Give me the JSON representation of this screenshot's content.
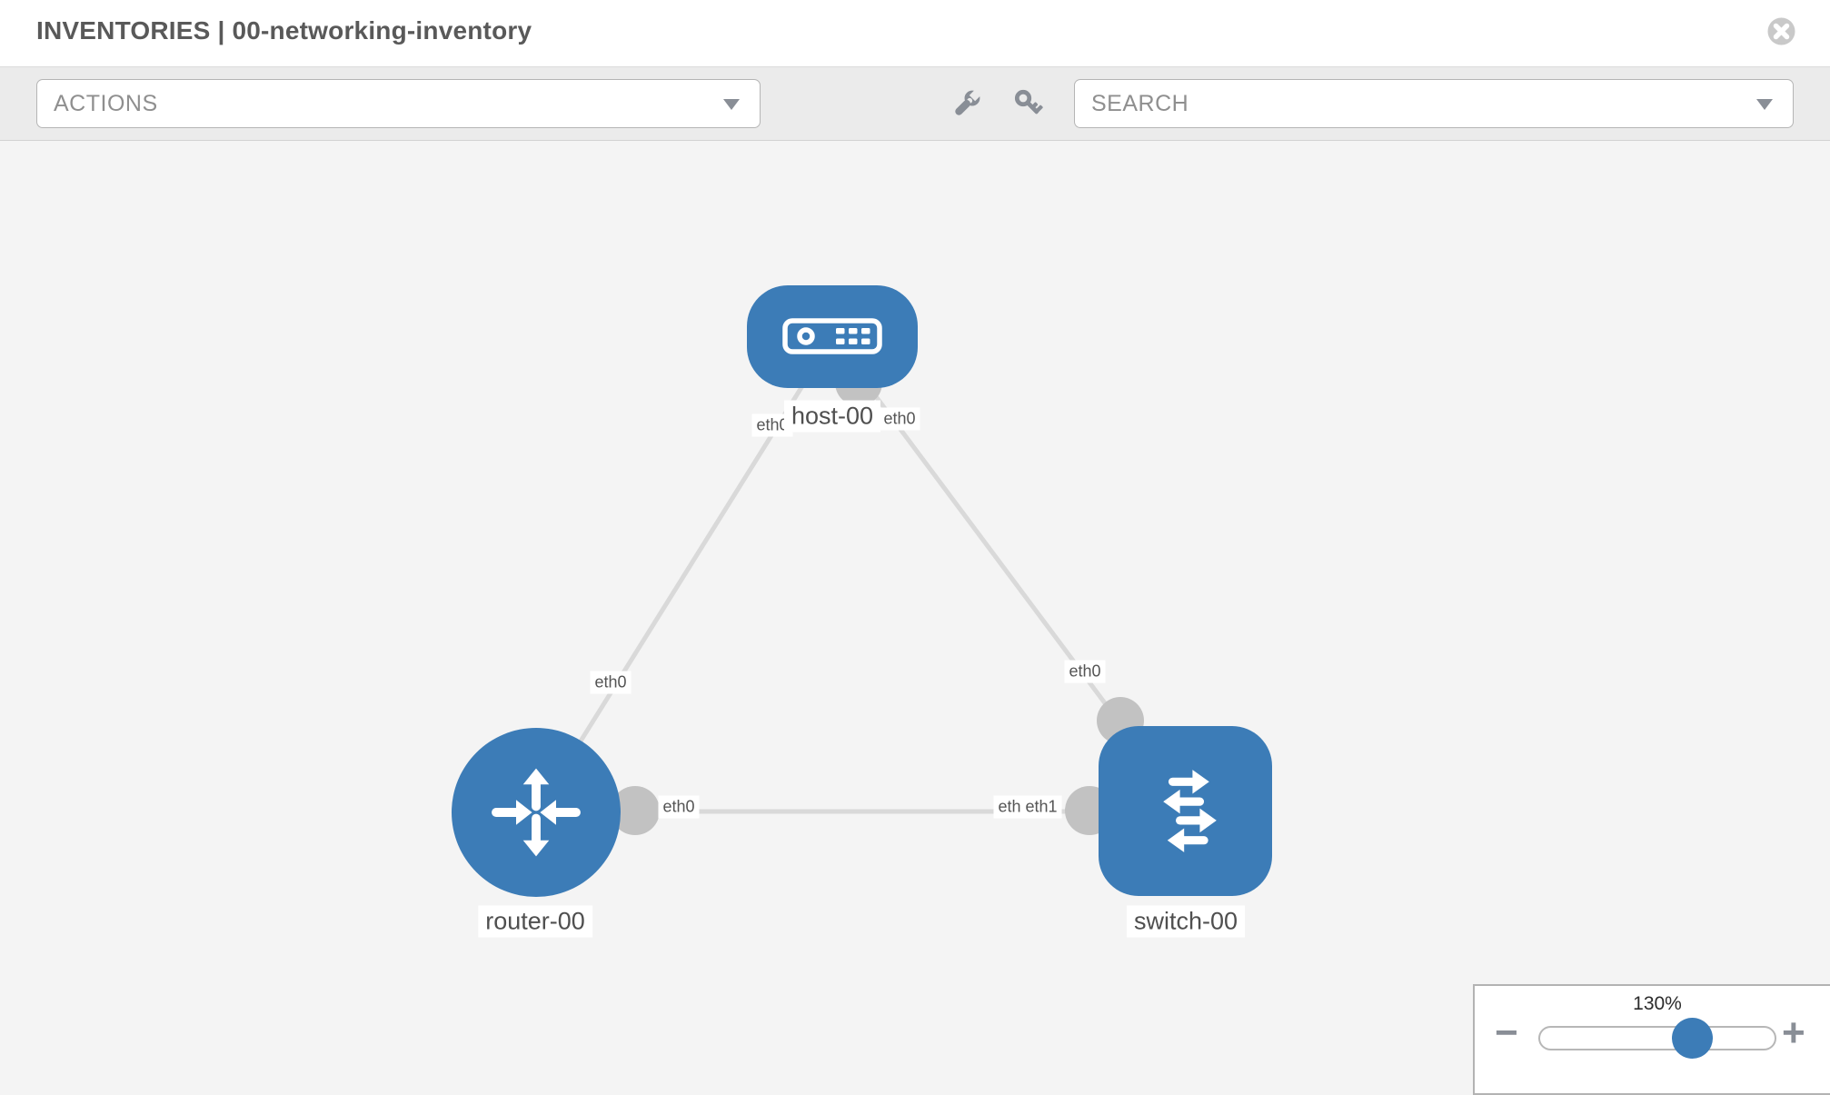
{
  "header": {
    "title": "INVENTORIES | 00-networking-inventory",
    "close_icon": "close-circle"
  },
  "toolbar": {
    "actions_label": "ACTIONS",
    "search_label": "SEARCH",
    "icons": [
      {
        "name": "wrench-icon"
      },
      {
        "name": "key-icon"
      }
    ]
  },
  "diagram": {
    "nodes": [
      {
        "label": "host-00",
        "type": "host"
      },
      {
        "label": "router-00",
        "type": "router"
      },
      {
        "label": "switch-00",
        "type": "switch"
      }
    ],
    "links": [
      {
        "from": "host-00",
        "to": "router-00",
        "from_interface": "eth0",
        "to_interface": "eth0"
      },
      {
        "from": "host-00",
        "to": "switch-00",
        "from_interface": "eth0",
        "to_interface": "eth0"
      },
      {
        "from": "router-00",
        "to": "switch-00",
        "from_interface": "eth0",
        "to_interface": "eth1"
      }
    ],
    "interface_labels": [
      {
        "text": "eth0"
      },
      {
        "text": "eth0"
      },
      {
        "text": "eth0"
      },
      {
        "text": "eth0"
      },
      {
        "text": "eth0"
      },
      {
        "text": "eth0"
      },
      {
        "text": "eth1"
      }
    ]
  },
  "zoom_control": {
    "value": "130%",
    "minus_label": "−",
    "plus_label": "+",
    "percent": 65
  },
  "colors": {
    "node_blue": "#3c7cb7",
    "port_gray": "#c2c2c2",
    "edge_gray": "#d9d9d9",
    "toolbar_bg": "#ebebeb",
    "icon_gray": "#898e96"
  }
}
